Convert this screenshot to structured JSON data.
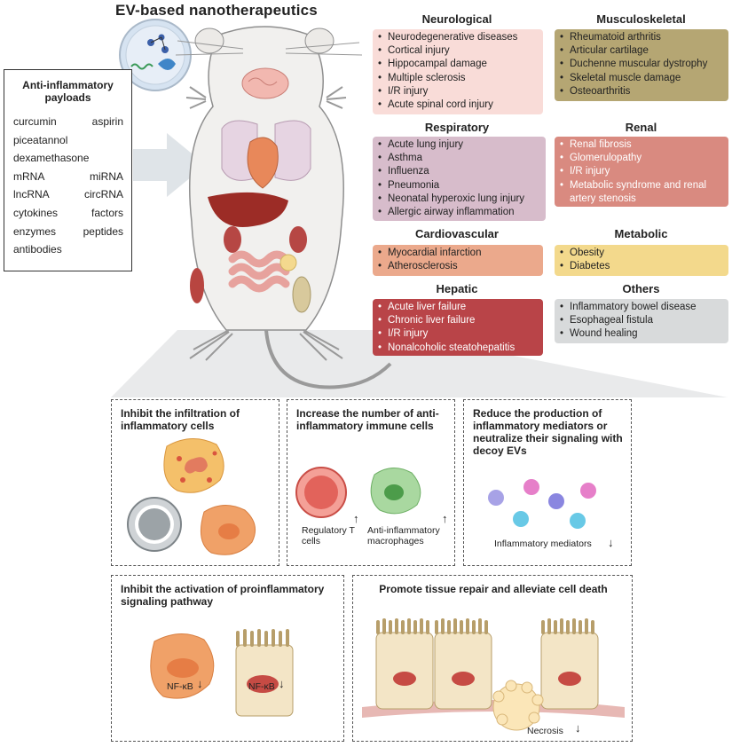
{
  "title": "EV-based nanotherapeutics",
  "payloads": {
    "heading": "Anti-inflammatory payloads",
    "rows": [
      [
        "curcumin",
        "aspirin"
      ],
      [
        "piceatannol",
        ""
      ],
      [
        "dexamethasone",
        ""
      ],
      [
        "mRNA",
        "miRNA"
      ],
      [
        "lncRNA",
        "circRNA"
      ],
      [
        "cytokines",
        "factors"
      ],
      [
        "enzymes",
        "peptides"
      ],
      [
        "antibodies",
        ""
      ]
    ]
  },
  "categories": {
    "neurological": {
      "title": "Neurological",
      "color": "#f9dcd8",
      "items": [
        "Neurodegenerative diseases",
        "Cortical injury",
        "Hippocampal damage",
        "Multiple sclerosis",
        "I/R injury",
        "Acute spinal cord injury"
      ]
    },
    "musculoskeletal": {
      "title": "Musculoskeletal",
      "color": "#b5a673",
      "items": [
        "Rheumatoid arthritis",
        "Articular cartilage",
        "Duchenne muscular dystrophy",
        "Skeletal muscle damage",
        "Osteoarthritis"
      ]
    },
    "respiratory": {
      "title": "Respiratory",
      "color": "#d7bccb",
      "items": [
        "Acute lung injury",
        "Asthma",
        "Influenza",
        "Pneumonia",
        "Neonatal hyperoxic lung injury",
        "Allergic airway inflammation"
      ]
    },
    "renal": {
      "title": "Renal",
      "color": "#d98a80",
      "items": [
        "Renal fibrosis",
        "Glomerulopathy",
        "I/R injury",
        "Metabolic syndrome and renal artery stenosis"
      ]
    },
    "cardiovascular": {
      "title": "Cardiovascular",
      "color": "#eba98c",
      "items": [
        "Myocardial infarction",
        "Atherosclerosis"
      ]
    },
    "metabolic": {
      "title": "Metabolic",
      "color": "#f3d98c",
      "items": [
        "Obesity",
        "Diabetes"
      ]
    },
    "hepatic": {
      "title": "Hepatic",
      "color": "#b94448",
      "items": [
        "Acute liver failure",
        "Chronic liver failure",
        "I/R injury",
        "Nonalcoholic steatohepatitis"
      ]
    },
    "others": {
      "title": "Others",
      "color": "#d8dadb",
      "items": [
        "Inflammatory bowel disease",
        "Esophageal fistula",
        "Wound healing"
      ]
    }
  },
  "mechanisms": {
    "infiltration": {
      "title": "Inhibit the infiltration of inflammatory cells"
    },
    "immune": {
      "title": "Increase the number of anti-inflammatory immune cells",
      "treg_label": "Regulatory T cells",
      "mac_label": "Anti-inflammatory macrophages"
    },
    "mediators": {
      "title": "Reduce the production of inflammatory mediators or neutralize their signaling with decoy EVs",
      "label": "Inflammatory mediators"
    },
    "signaling": {
      "title": "Inhibit the activation of proinflammatory signaling pathway",
      "nfkb": "NF-κB"
    },
    "repair": {
      "title": "Promote tissue repair and alleviate cell death",
      "necrosis": "Necrosis"
    }
  },
  "arrows": {
    "up": "↑",
    "down": "↓"
  }
}
